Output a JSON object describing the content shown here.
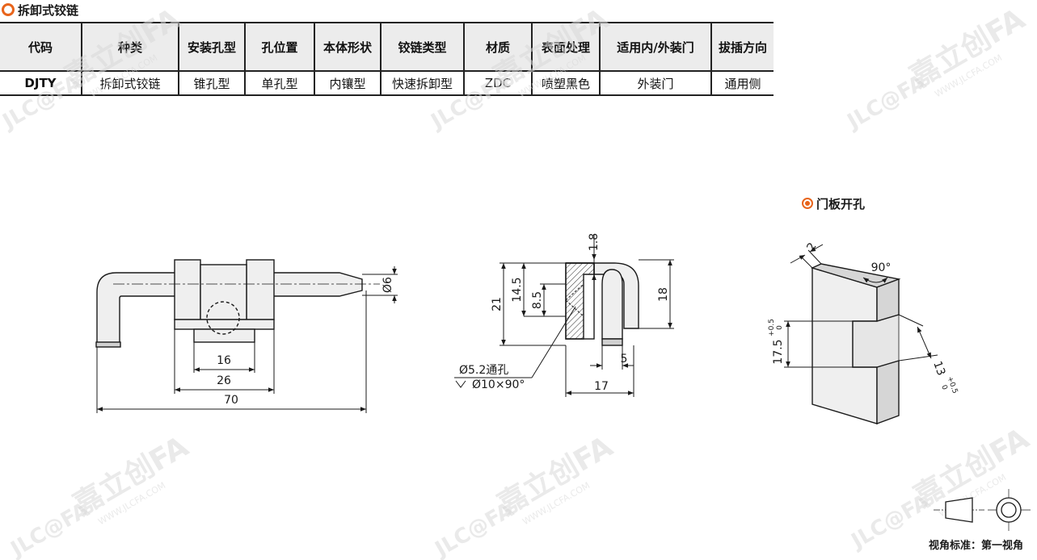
{
  "header": {
    "title": "拆卸式铰链"
  },
  "table": {
    "columns": [
      "代码",
      "种类",
      "安装孔型",
      "孔位置",
      "本体形状",
      "铰链类型",
      "材质",
      "表面处理",
      "适用内/外装门",
      "拔插方向"
    ],
    "rows": [
      [
        "DJTY",
        "拆卸式铰链",
        "锥孔型",
        "单孔型",
        "内镶型",
        "快速拆卸型",
        "ZDC",
        "喷塑黑色",
        "外装门",
        "通用侧"
      ]
    ]
  },
  "watermark": {
    "brand": "嘉立创FA",
    "logo": "JLC@FA",
    "url": "WWW.JLCFA.COM"
  },
  "front_view": {
    "dim_pin_dia": "Ø6",
    "dim_16": "16",
    "dim_26": "26",
    "dim_70": "70"
  },
  "side_view": {
    "dim_1_8": "1.8",
    "dim_21": "21",
    "dim_14_5": "14.5",
    "dim_8_5": "8.5",
    "dim_18": "18",
    "dim_5": "5",
    "dim_17": "17",
    "note_hole": "Ø5.2通孔",
    "note_csk": "Ø10×90°"
  },
  "door_cutout": {
    "title": "门板开孔",
    "dim_2": "2",
    "dim_90": "90°",
    "dim_17_5": "17.5",
    "dim_17_5_tol_upper": "+0.5",
    "dim_17_5_tol_lower": "0",
    "dim_13": "13",
    "dim_13_tol_upper": "+0.5",
    "dim_13_tol_lower": "0"
  },
  "footer": {
    "projection_label": "视角标准：第一视角"
  },
  "colors": {
    "accent_ring": "#e8641b",
    "code_text": "#2b7cc2",
    "part_fill": "#efefef",
    "header_fill": "#ececec"
  }
}
